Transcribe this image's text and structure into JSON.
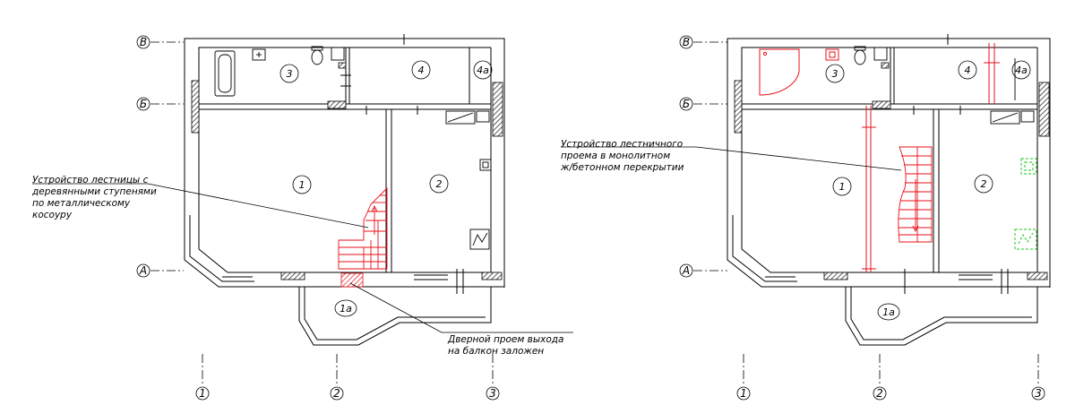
{
  "plans": [
    {
      "id": "before",
      "axes_horizontal": [
        "В",
        "Б",
        "А"
      ],
      "axes_vertical": [
        "1",
        "2",
        "3"
      ],
      "rooms": [
        "3",
        "4",
        "4а",
        "1",
        "2",
        "1а"
      ],
      "annotations": [
        "Устройство лестницы с",
        "деревянными ступенями",
        "по металлическому",
        "косоуру",
        "Дверной проем выхода",
        "на балкон заложен"
      ]
    },
    {
      "id": "after",
      "axes_horizontal": [
        "В",
        "Б",
        "А"
      ],
      "axes_vertical": [
        "1",
        "2",
        "3"
      ],
      "rooms": [
        "3",
        "4",
        "4а",
        "1",
        "2",
        "1а"
      ],
      "annotations": [
        "Устройство лестничного",
        "проема в монолитном",
        "ж/бетонном перекрытии"
      ]
    }
  ],
  "colors": {
    "lines": "#000000",
    "changes": "#e8101a",
    "new_equipment": "#1ec81e",
    "hatch": "#444444"
  }
}
